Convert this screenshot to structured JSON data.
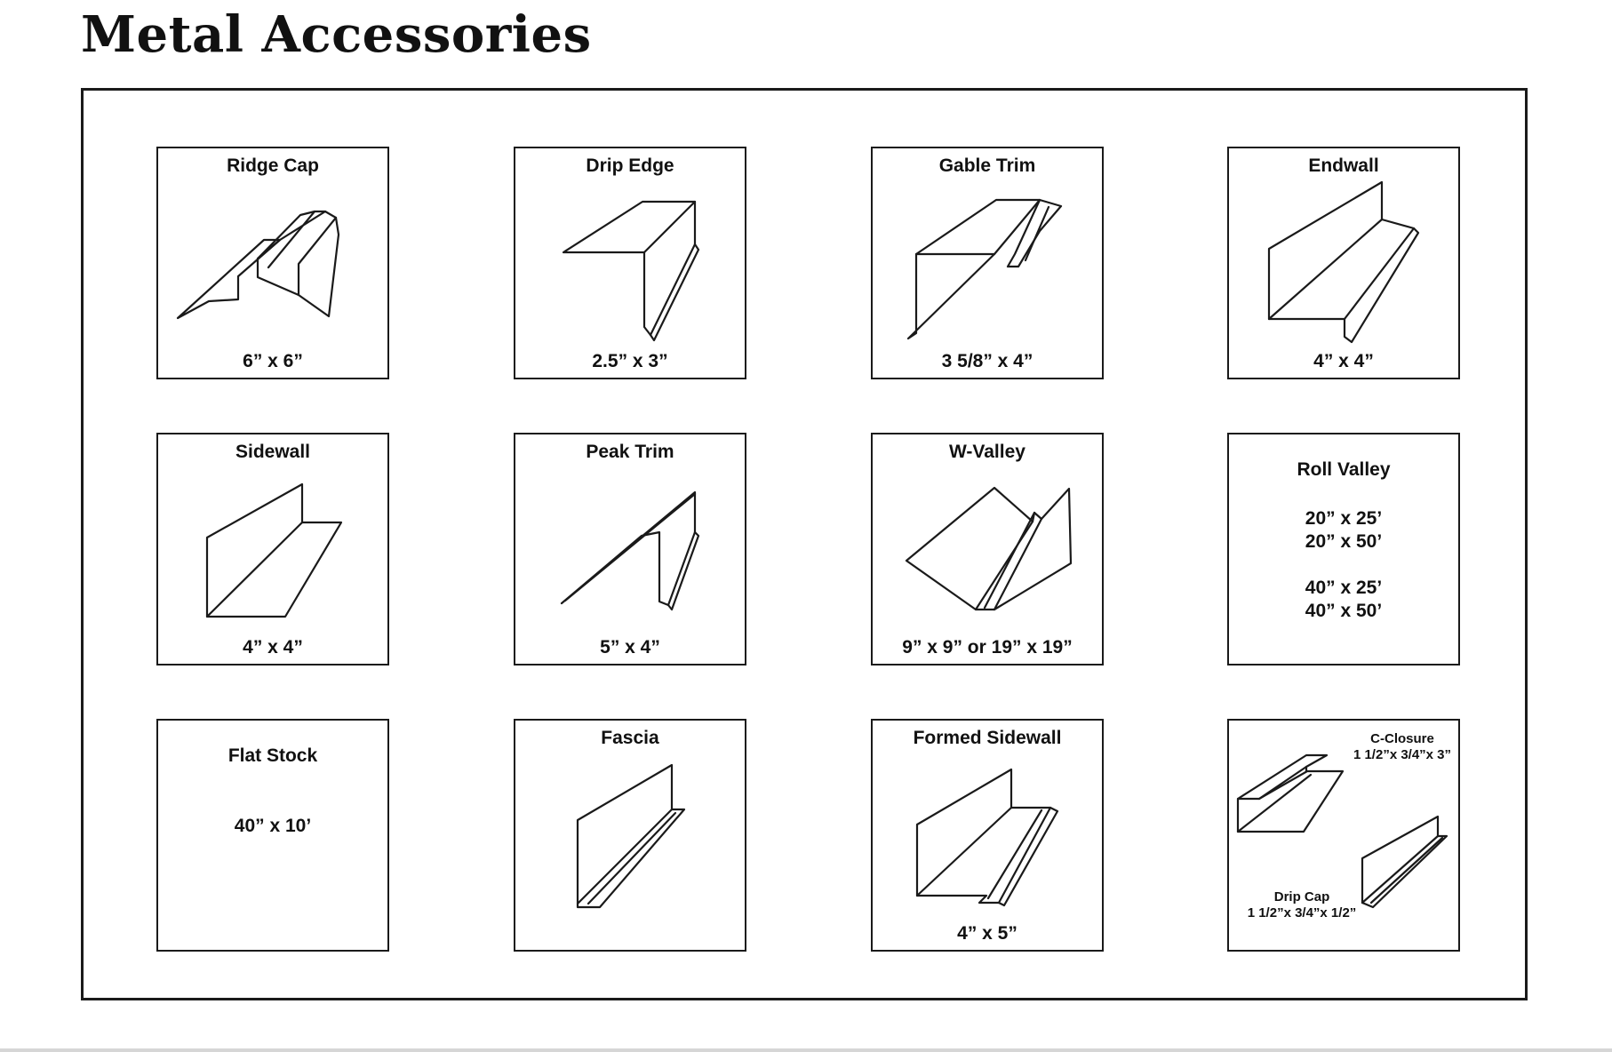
{
  "title": "Metal Accessories",
  "accessories": [
    {
      "name": "Ridge Cap",
      "size": "6” x 6”",
      "icon": "ridge-cap-profile-icon"
    },
    {
      "name": "Drip Edge",
      "size": "2.5” x 3”",
      "icon": "drip-edge-profile-icon"
    },
    {
      "name": "Gable Trim",
      "size": "3 5/8” x 4”",
      "icon": "gable-trim-profile-icon"
    },
    {
      "name": "Endwall",
      "size": "4” x 4”",
      "icon": "endwall-profile-icon"
    },
    {
      "name": "Sidewall",
      "size": "4” x 4”",
      "icon": "sidewall-profile-icon"
    },
    {
      "name": "Peak Trim",
      "size": "5” x 4”",
      "icon": "peak-trim-profile-icon"
    },
    {
      "name": "W-Valley",
      "size": "9” x 9” or 19” x 19”",
      "icon": "w-valley-profile-icon"
    },
    {
      "name": "Roll Valley",
      "sizes": [
        "20” x 25’",
        "20” x 50’",
        "40” x 25’",
        "40” x 50’"
      ]
    },
    {
      "name": "Flat Stock",
      "size": "40” x 10’"
    },
    {
      "name": "Fascia",
      "size": "",
      "icon": "fascia-profile-icon"
    },
    {
      "name": "Formed Sidewall",
      "size": "4” x 5”",
      "icon": "formed-sidewall-profile-icon"
    },
    {
      "closures": [
        {
          "name": "C-Closure",
          "size": "1 1/2”x 3/4”x 3”",
          "icon": "c-closure-profile-icon"
        },
        {
          "name": "Drip Cap",
          "size": "1 1/2”x 3/4”x 1/2”",
          "icon": "drip-cap-profile-icon"
        }
      ]
    }
  ]
}
